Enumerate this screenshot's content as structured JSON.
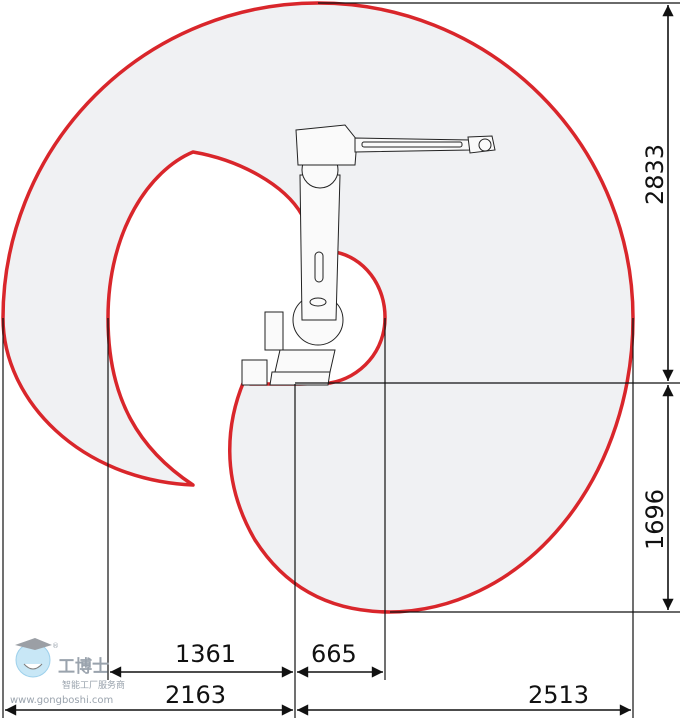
{
  "diagram": {
    "colors": {
      "envelope_stroke": "#d9262b",
      "envelope_fill": "#f0f1f3",
      "lines": "#111111"
    },
    "dimensions": {
      "vertical_upper": "2833",
      "vertical_lower": "1696",
      "horizontal_inner_left": "1361",
      "horizontal_inner_right": "665",
      "horizontal_outer_left": "2163",
      "horizontal_outer_right": "2513"
    },
    "watermark": {
      "brand": "工博士",
      "tagline": "智能工厂服务商",
      "url": "www.gongboshi.com",
      "registered": "®"
    }
  }
}
